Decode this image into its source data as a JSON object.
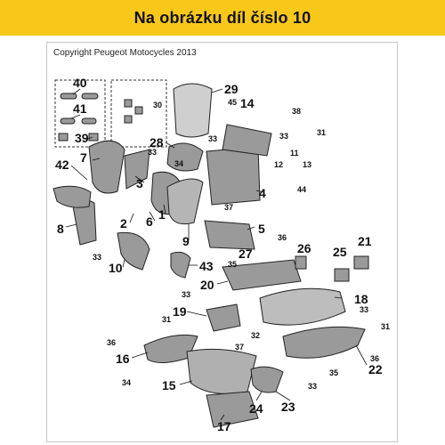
{
  "banner": {
    "text": "Na obrázku díl číslo 10",
    "color": "#f7c81a"
  },
  "copyright": "Copyright Peugeot Motocycles 2013",
  "labels_large": [
    "40",
    "41",
    "39",
    "42",
    "7",
    "29",
    "28",
    "3",
    "2",
    "6",
    "1",
    "5",
    "4",
    "9",
    "8",
    "10",
    "43",
    "27",
    "26",
    "25",
    "21",
    "20",
    "18",
    "19",
    "22",
    "16",
    "15",
    "24",
    "23",
    "17",
    "14"
  ],
  "labels_small": [
    "30",
    "45",
    "38",
    "31",
    "12",
    "11",
    "13",
    "34",
    "33",
    "32",
    "37",
    "44",
    "36",
    "35"
  ]
}
